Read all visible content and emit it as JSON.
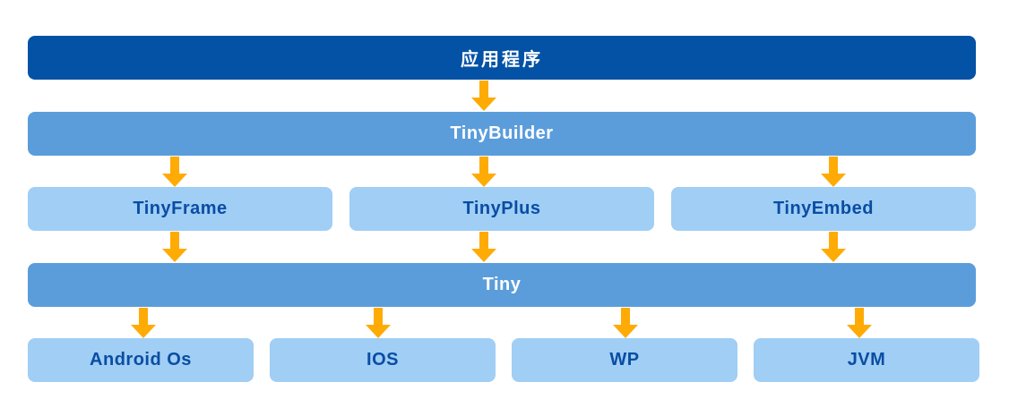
{
  "diagram": {
    "type": "layered-architecture",
    "rows": [
      {
        "level": 1,
        "nodes": [
          {
            "label": "应用程序"
          }
        ]
      },
      {
        "level": 2,
        "nodes": [
          {
            "label": "TinyBuilder"
          }
        ]
      },
      {
        "level": 3,
        "nodes": [
          {
            "label": "TinyFrame"
          },
          {
            "label": "TinyPlus"
          },
          {
            "label": "TinyEmbed"
          }
        ]
      },
      {
        "level": 4,
        "nodes": [
          {
            "label": "Tiny"
          }
        ]
      },
      {
        "level": 5,
        "nodes": [
          {
            "label": "Android Os"
          },
          {
            "label": "IOS"
          },
          {
            "label": "WP"
          },
          {
            "label": "JVM"
          }
        ]
      }
    ],
    "edges": [
      {
        "from": "应用程序",
        "to": "TinyBuilder"
      },
      {
        "from": "TinyBuilder",
        "to": "TinyFrame"
      },
      {
        "from": "TinyBuilder",
        "to": "TinyPlus"
      },
      {
        "from": "TinyBuilder",
        "to": "TinyEmbed"
      },
      {
        "from": "TinyFrame",
        "to": "Tiny"
      },
      {
        "from": "TinyPlus",
        "to": "Tiny"
      },
      {
        "from": "TinyEmbed",
        "to": "Tiny"
      },
      {
        "from": "Tiny",
        "to": "Android Os"
      },
      {
        "from": "Tiny",
        "to": "IOS"
      },
      {
        "from": "Tiny",
        "to": "WP"
      },
      {
        "from": "Tiny",
        "to": "JVM"
      }
    ]
  },
  "colors": {
    "dark_blue": "#0452a5",
    "medium_blue": "#5b9ddb",
    "light_blue": "#a0cef5",
    "arrow_orange": "#ffab05",
    "label_dark": "#0a4da3",
    "label_light": "#ffffff"
  }
}
